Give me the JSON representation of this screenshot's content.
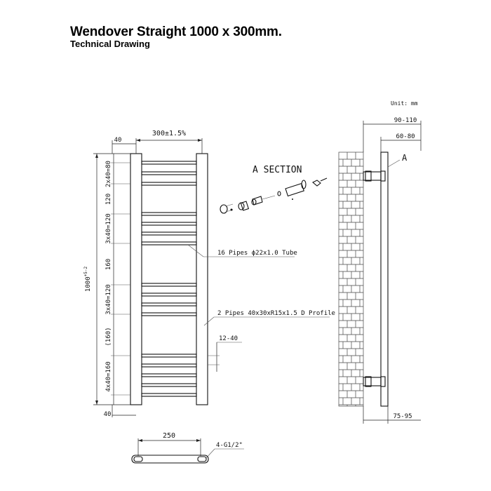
{
  "header": {
    "title": "Wendover Straight 1000 x 300mm.",
    "subtitle": "Technical Drawing"
  },
  "labels": {
    "unit": "Unit: mm",
    "width_top": "300±1.5%",
    "rail_offset_top": "40",
    "rail_offset_bottom": "40",
    "height": "1000",
    "height_tolerance": "+5-2",
    "gap_2x40": "2x40=80",
    "gap_120": "120",
    "gap_3x40_a": "3x40=120",
    "gap_160": "160",
    "gap_3x40_b": "3x40=120",
    "gap_160_paren": "(160)",
    "gap_4x40": "4x40=160",
    "section": "A SECTION",
    "section_marker": "A",
    "pipes_tube": "16 Pipes ϕ22x1.0 Tube",
    "pipes_profile": "2 Pipes 40x30xR15x1.5 D Profile",
    "clearance": "12-40",
    "wall_offset_outer": "90-110",
    "wall_offset_inner": "60-80",
    "wall_offset_bottom": "75-95",
    "bottom_width": "250",
    "thread": "4-G1/2\""
  }
}
